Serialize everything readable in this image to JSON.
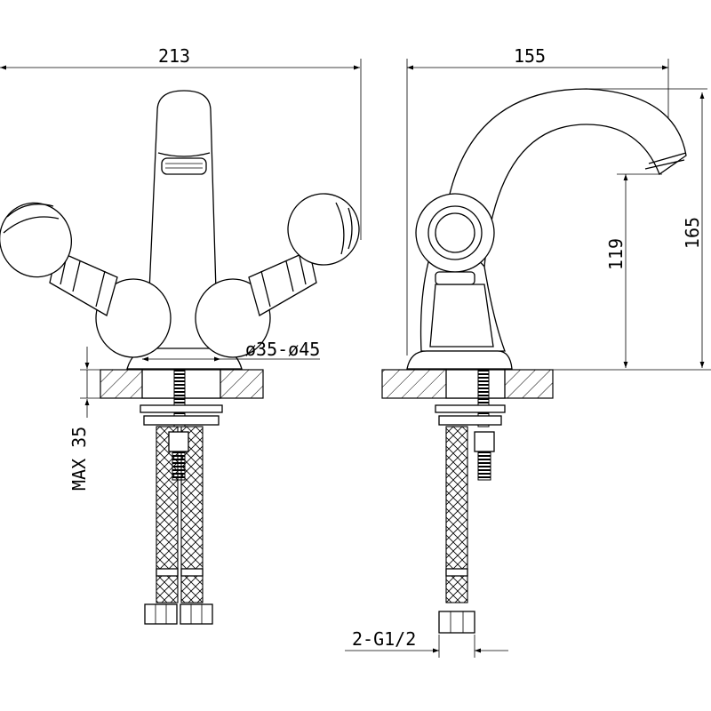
{
  "dimensions": {
    "front_width": "213",
    "side_depth": "155",
    "total_height": "165",
    "spout_height": "119",
    "hole_diameter": "ø35-ø45",
    "max_thickness": "MAX 35",
    "connection": "2-G1/2"
  }
}
